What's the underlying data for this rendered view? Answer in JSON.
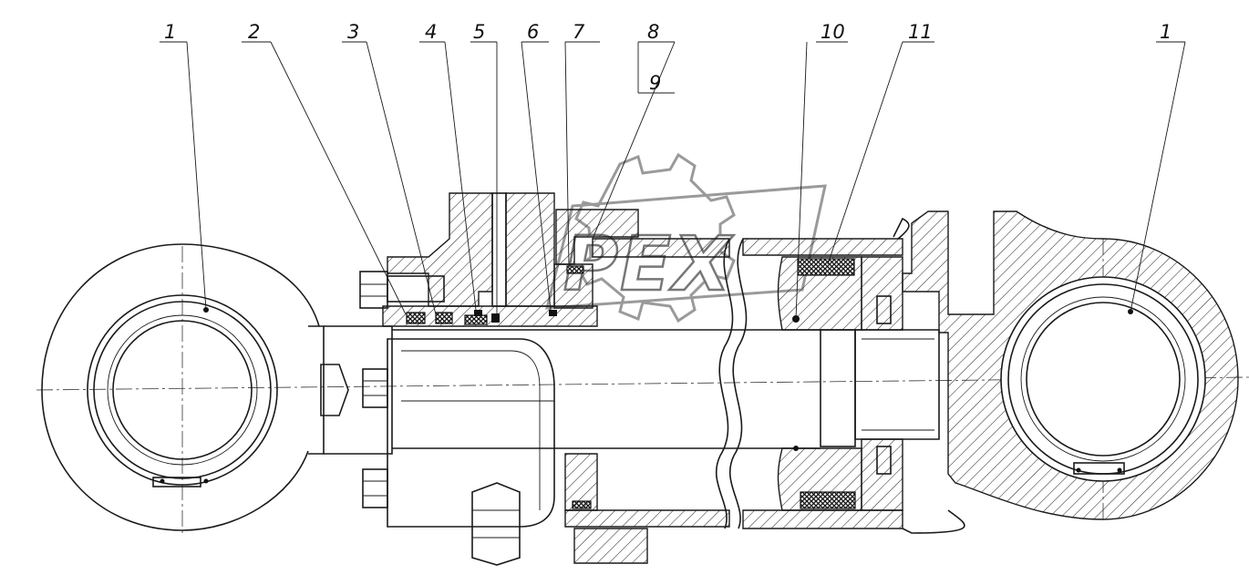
{
  "drawing": {
    "watermark_text": "PEX",
    "callouts": [
      {
        "id": "callout-1-left",
        "text": "1"
      },
      {
        "id": "callout-2",
        "text": "2"
      },
      {
        "id": "callout-3",
        "text": "3"
      },
      {
        "id": "callout-4",
        "text": "4"
      },
      {
        "id": "callout-5",
        "text": "5"
      },
      {
        "id": "callout-6",
        "text": "6"
      },
      {
        "id": "callout-7",
        "text": "7"
      },
      {
        "id": "callout-8",
        "text": "8"
      },
      {
        "id": "callout-9",
        "text": "9"
      },
      {
        "id": "callout-10",
        "text": "10"
      },
      {
        "id": "callout-11",
        "text": "11"
      },
      {
        "id": "callout-1-right",
        "text": "1"
      }
    ]
  }
}
